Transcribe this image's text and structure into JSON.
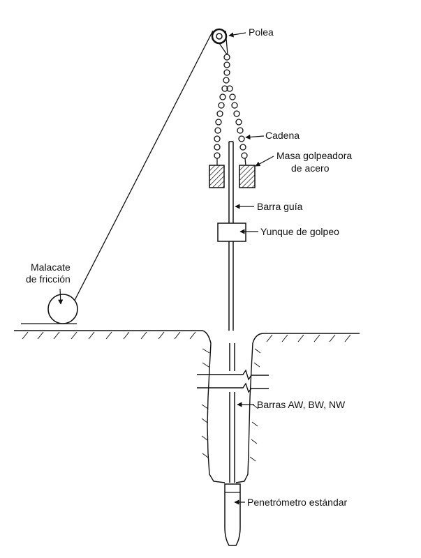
{
  "labels": {
    "polea": "Polea",
    "cadena": "Cadena",
    "masa_line1": "Masa golpeadora",
    "masa_line2": "de acero",
    "barra_guia": "Barra guía",
    "yunque": "Yunque de golpeo",
    "malacate_line1": "Malacate",
    "malacate_line2": "de fricción",
    "barras": "Barras  AW, BW, NW",
    "penetrometro": "Penetrómetro estándar"
  },
  "colors": {
    "ink": "#111111",
    "background": "#ffffff"
  }
}
